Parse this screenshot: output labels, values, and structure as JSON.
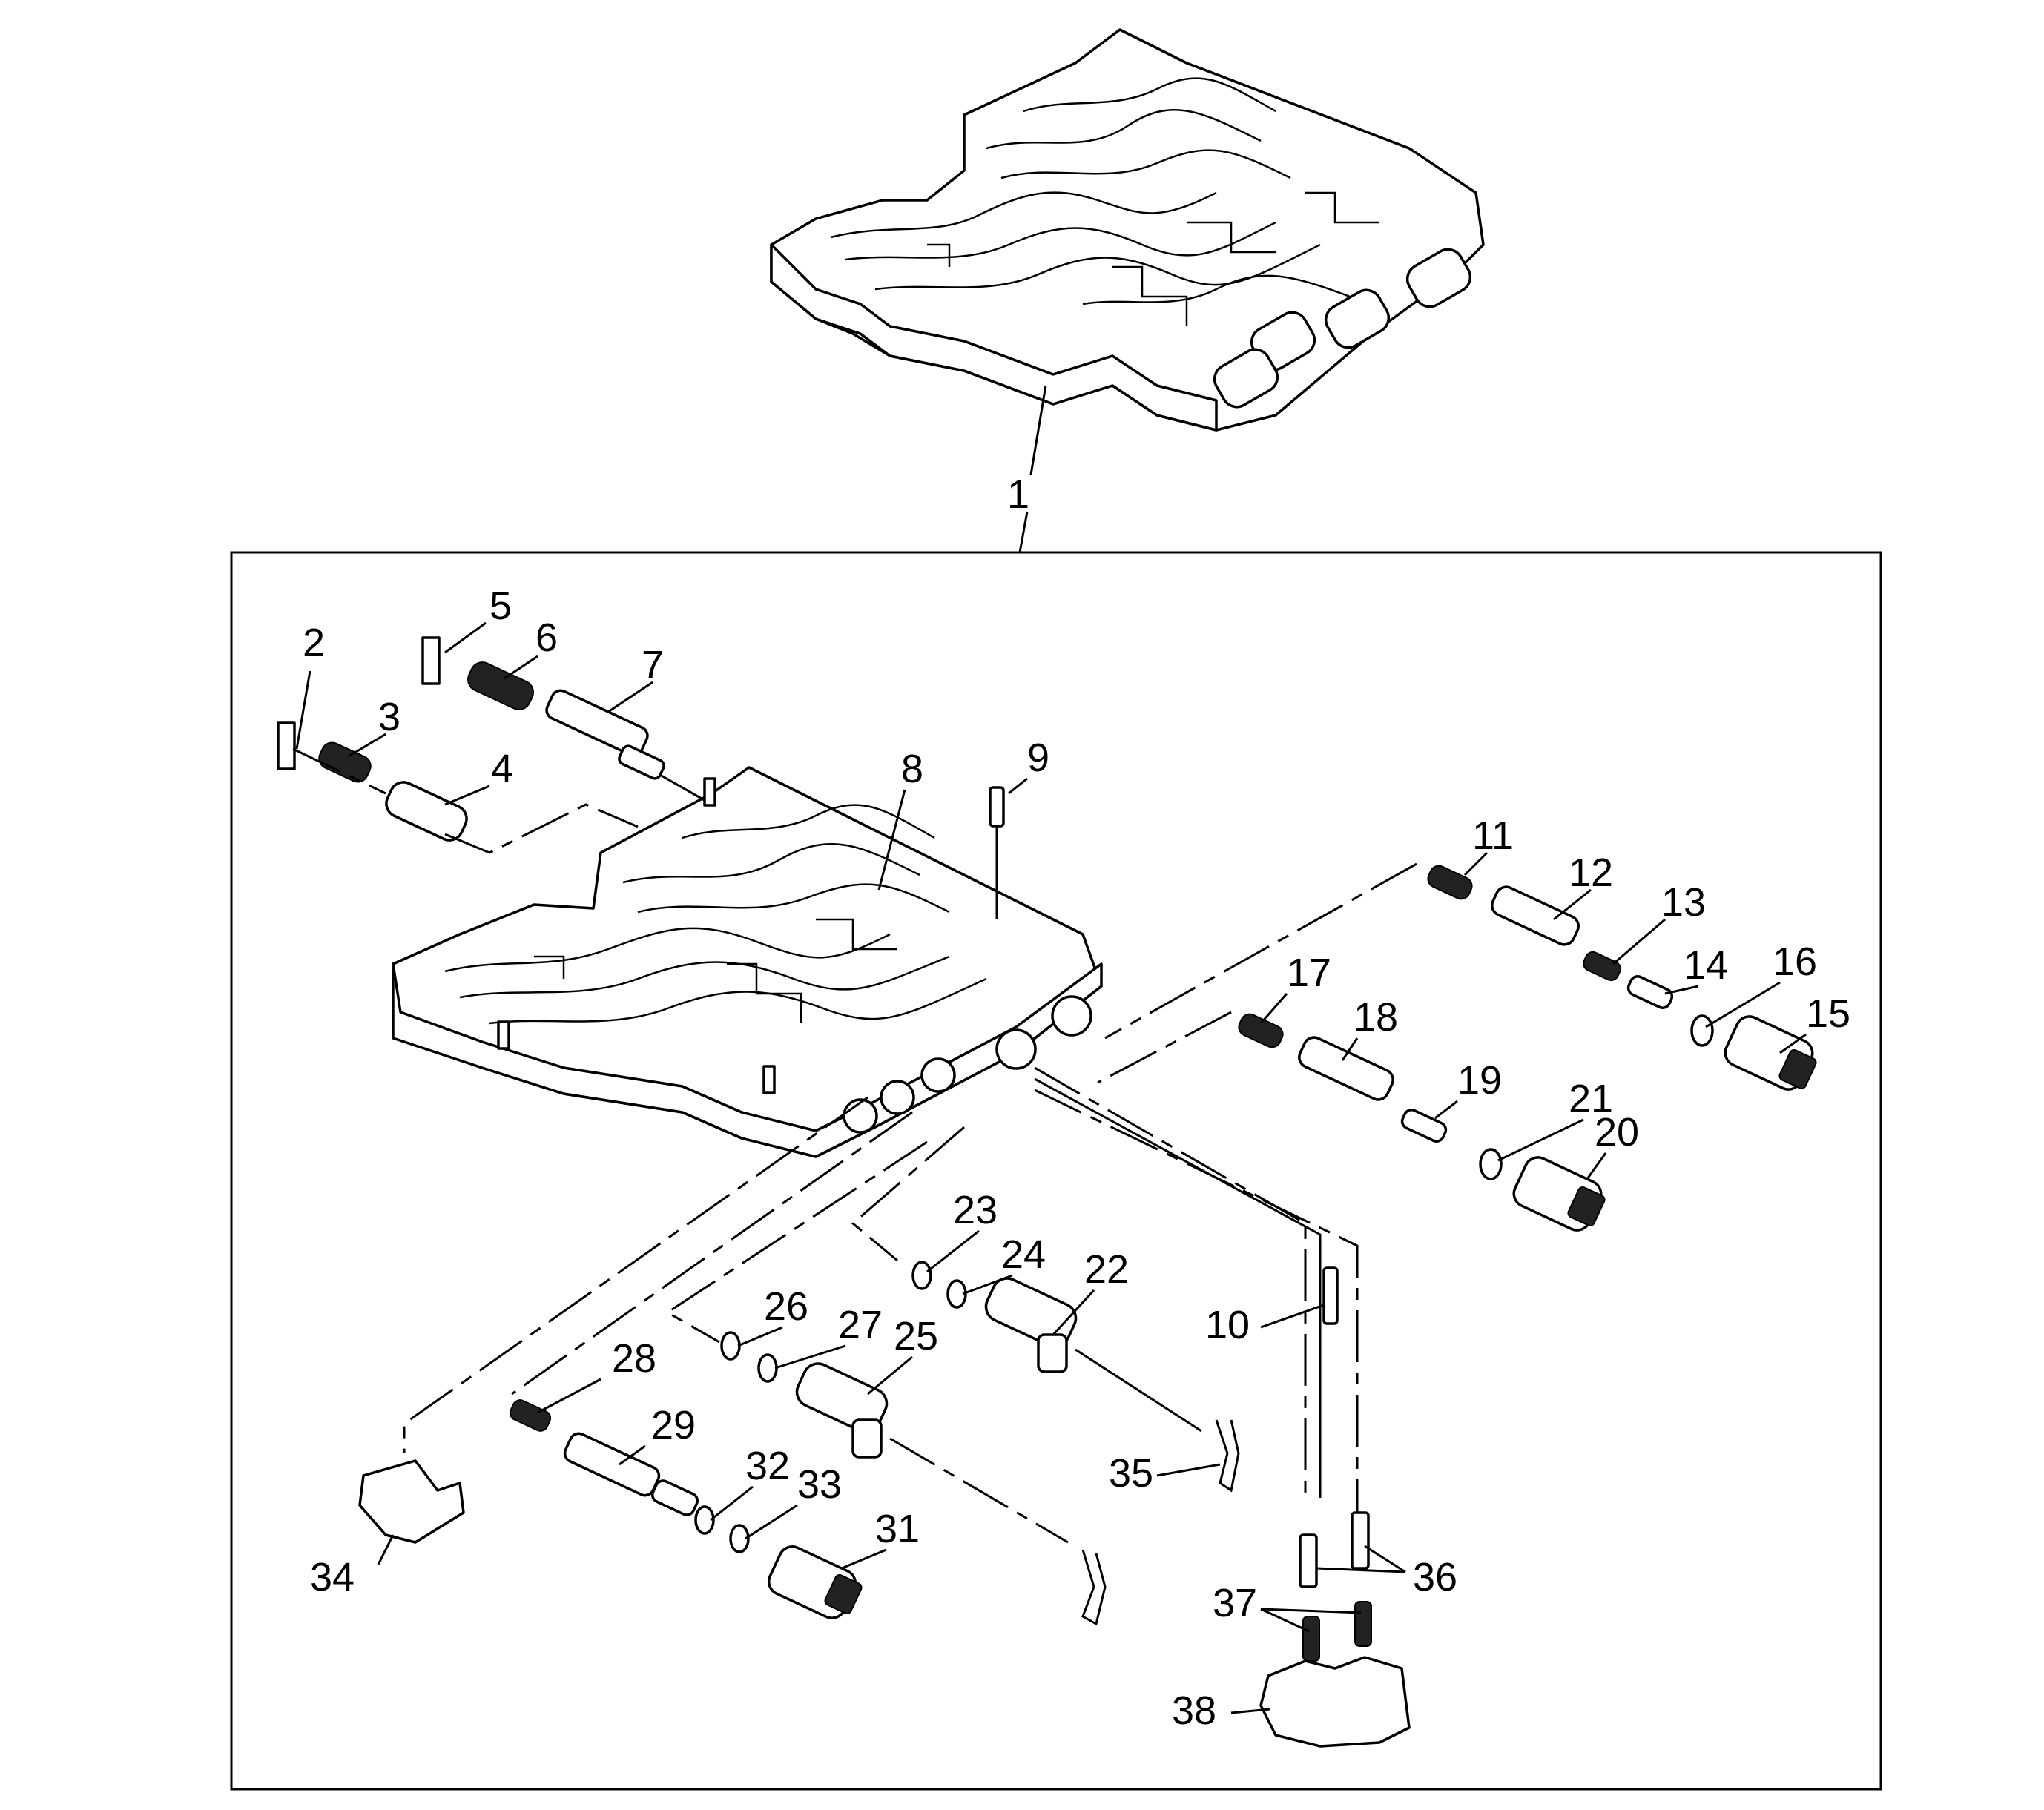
{
  "diagram": {
    "callouts": [
      {
        "id": "c1",
        "label": "1"
      },
      {
        "id": "c2",
        "label": "2"
      },
      {
        "id": "c3",
        "label": "3"
      },
      {
        "id": "c4",
        "label": "4"
      },
      {
        "id": "c5",
        "label": "5"
      },
      {
        "id": "c6",
        "label": "6"
      },
      {
        "id": "c7",
        "label": "7"
      },
      {
        "id": "c8",
        "label": "8"
      },
      {
        "id": "c9",
        "label": "9"
      },
      {
        "id": "c10",
        "label": "10"
      },
      {
        "id": "c11",
        "label": "11"
      },
      {
        "id": "c12",
        "label": "12"
      },
      {
        "id": "c13",
        "label": "13"
      },
      {
        "id": "c14",
        "label": "14"
      },
      {
        "id": "c15",
        "label": "15"
      },
      {
        "id": "c16",
        "label": "16"
      },
      {
        "id": "c17",
        "label": "17"
      },
      {
        "id": "c18",
        "label": "18"
      },
      {
        "id": "c19",
        "label": "19"
      },
      {
        "id": "c20",
        "label": "20"
      },
      {
        "id": "c21",
        "label": "21"
      },
      {
        "id": "c22",
        "label": "22"
      },
      {
        "id": "c23",
        "label": "23"
      },
      {
        "id": "c24",
        "label": "24"
      },
      {
        "id": "c25",
        "label": "25"
      },
      {
        "id": "c26",
        "label": "26"
      },
      {
        "id": "c27",
        "label": "27"
      },
      {
        "id": "c28",
        "label": "28"
      },
      {
        "id": "c29",
        "label": "29"
      },
      {
        "id": "c31",
        "label": "31"
      },
      {
        "id": "c32",
        "label": "32"
      },
      {
        "id": "c33",
        "label": "33"
      },
      {
        "id": "c34",
        "label": "34"
      },
      {
        "id": "c35",
        "label": "35"
      },
      {
        "id": "c36",
        "label": "36"
      },
      {
        "id": "c37",
        "label": "37"
      },
      {
        "id": "c38",
        "label": "38"
      }
    ]
  }
}
